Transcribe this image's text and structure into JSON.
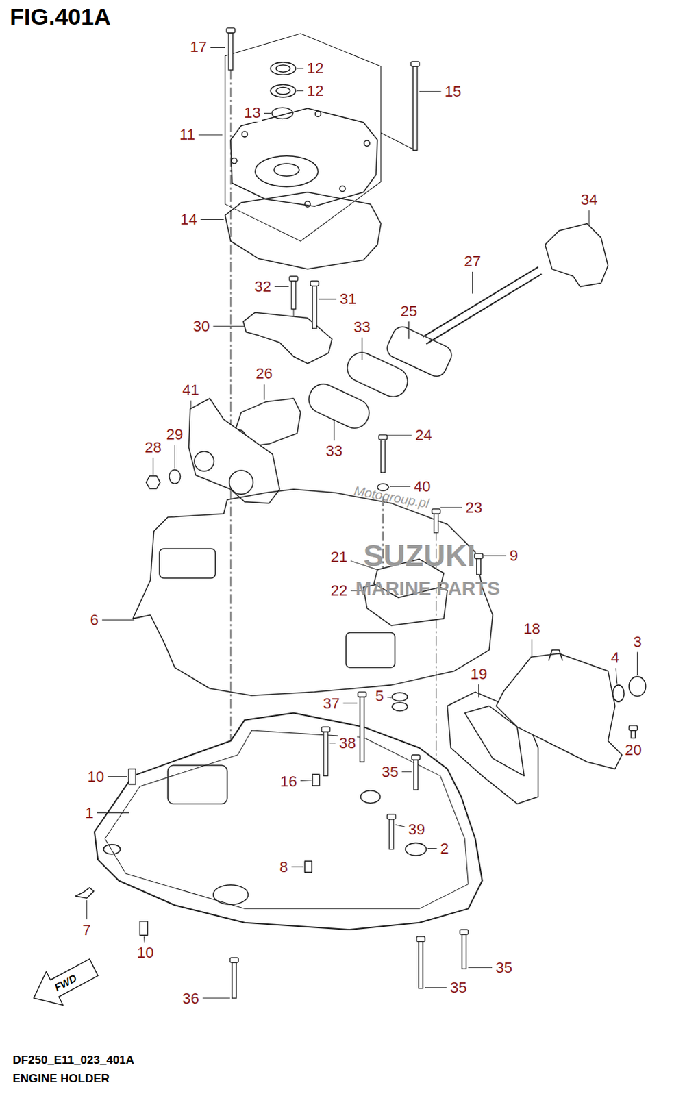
{
  "diagram": {
    "title": "FIG.401A",
    "caption": "ENGINE HOLDER",
    "labels": [
      "17",
      "12",
      "12",
      "15",
      "13",
      "11",
      "14",
      "34",
      "27",
      "32",
      "31",
      "25",
      "33",
      "30",
      "26",
      "41",
      "29",
      "28",
      "33",
      "24",
      "40",
      "23",
      "9",
      "21",
      "22",
      "6",
      "18",
      "3",
      "4",
      "19",
      "5",
      "37",
      "38",
      "35",
      "10",
      "16",
      "1",
      "39",
      "2",
      "20",
      "8",
      "7",
      "10",
      "35",
      "35",
      "36",
      "FWD",
      "Motogroup.pl",
      "SUZUKI",
      "MARINE PARTS",
      "DF250_E11_023_401A"
    ]
  }
}
